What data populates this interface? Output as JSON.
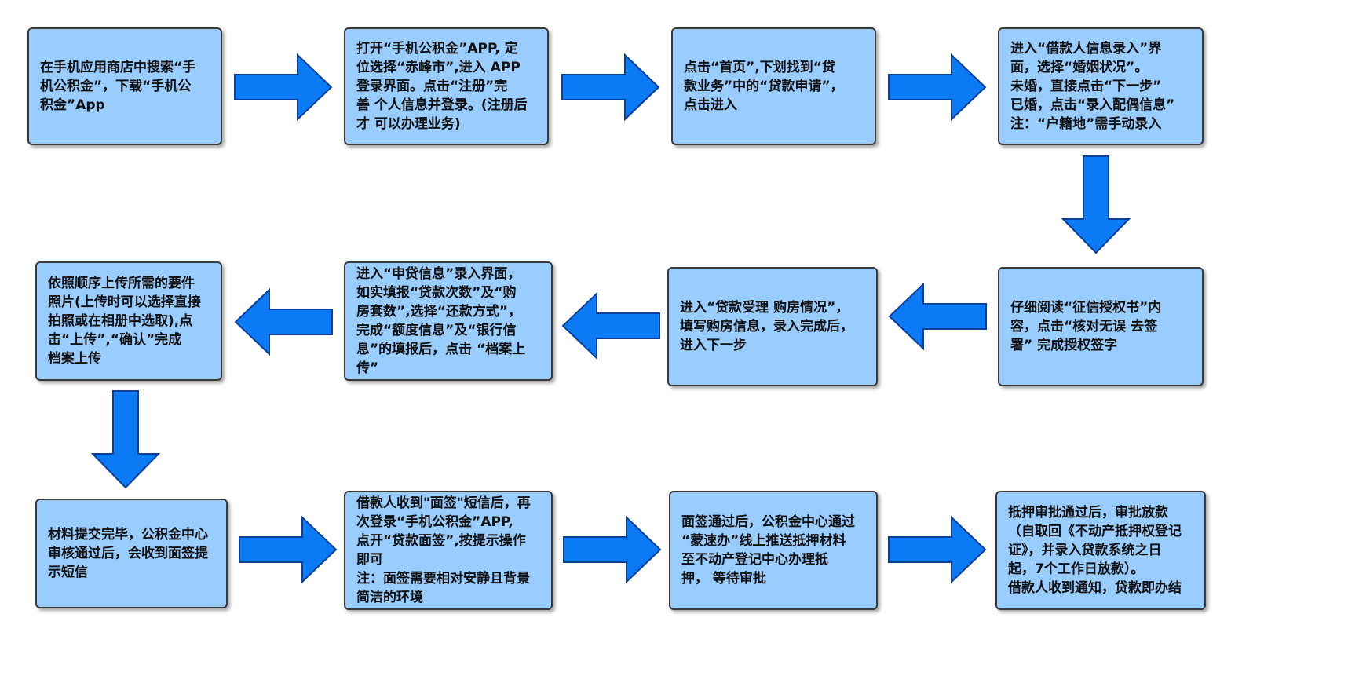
{
  "colors": {
    "box_fill": "#99ccff",
    "box_border": "#3a3a3a",
    "arrow_fill": "#0a7af5",
    "arrow_stroke": "#0b3f99"
  },
  "steps": [
    "在手机应用商店中搜索“手\n机公积金”，下载“手机公\n积金”App",
    "打开“手机公积金”APP, 定\n位选择“赤峰市”,进入 APP\n登录界面。点击“注册”完\n善 个人信息并登录。(注册后\n才 可以办理业务)",
    "点击“首页”,下划找到“贷\n款业务”中的“贷款申请”，\n点击进入",
    "进入“借款人信息录入”界\n面，选择“婚姻状况”。\n未婚，直接点击“下一步”\n已婚，点击“录入配偶信息”\n注：“户籍地”需手动录入",
    "仔细阅读“征信授权书”内\n容，点击“核对无误 去签\n署” 完成授权签字",
    "进入“贷款受理 购房情况”，\n填写购房信息，录入完成后，\n进入下一步",
    "进入“申贷信息”录入界面，\n如实填报“贷款次数”及“购\n房套数”,选择“还款方式”，\n完成“额度信息”及“银行信\n息”的填报后，点击 “档案上\n传”",
    "依照顺序上传所需的要件\n照片(上传时可以选择直接\n拍照或在相册中选取),点\n击“上传”,“确认”完成\n档案上传",
    "材料提交完毕，公积金中心\n审核通过后，会收到面签提\n示短信",
    "借款人收到\"面签\"短信后，再\n次登录“手机公积金”APP,\n点开“贷款面签”,按提示操作\n即可\n注：面签需要相对安静且背景\n简洁的环境",
    "面签通过后，公积金中心通过\n“蒙速办”线上推送抵押材料\n至不动产登记中心办理抵\n押， 等待审批",
    "抵押审批通过后，审批放款\n（自取回《不动产抵押权登记\n证》，并录入贷款系统之日\n起，7个工作日放款）。\n借款人收到通知，贷款即办结"
  ]
}
